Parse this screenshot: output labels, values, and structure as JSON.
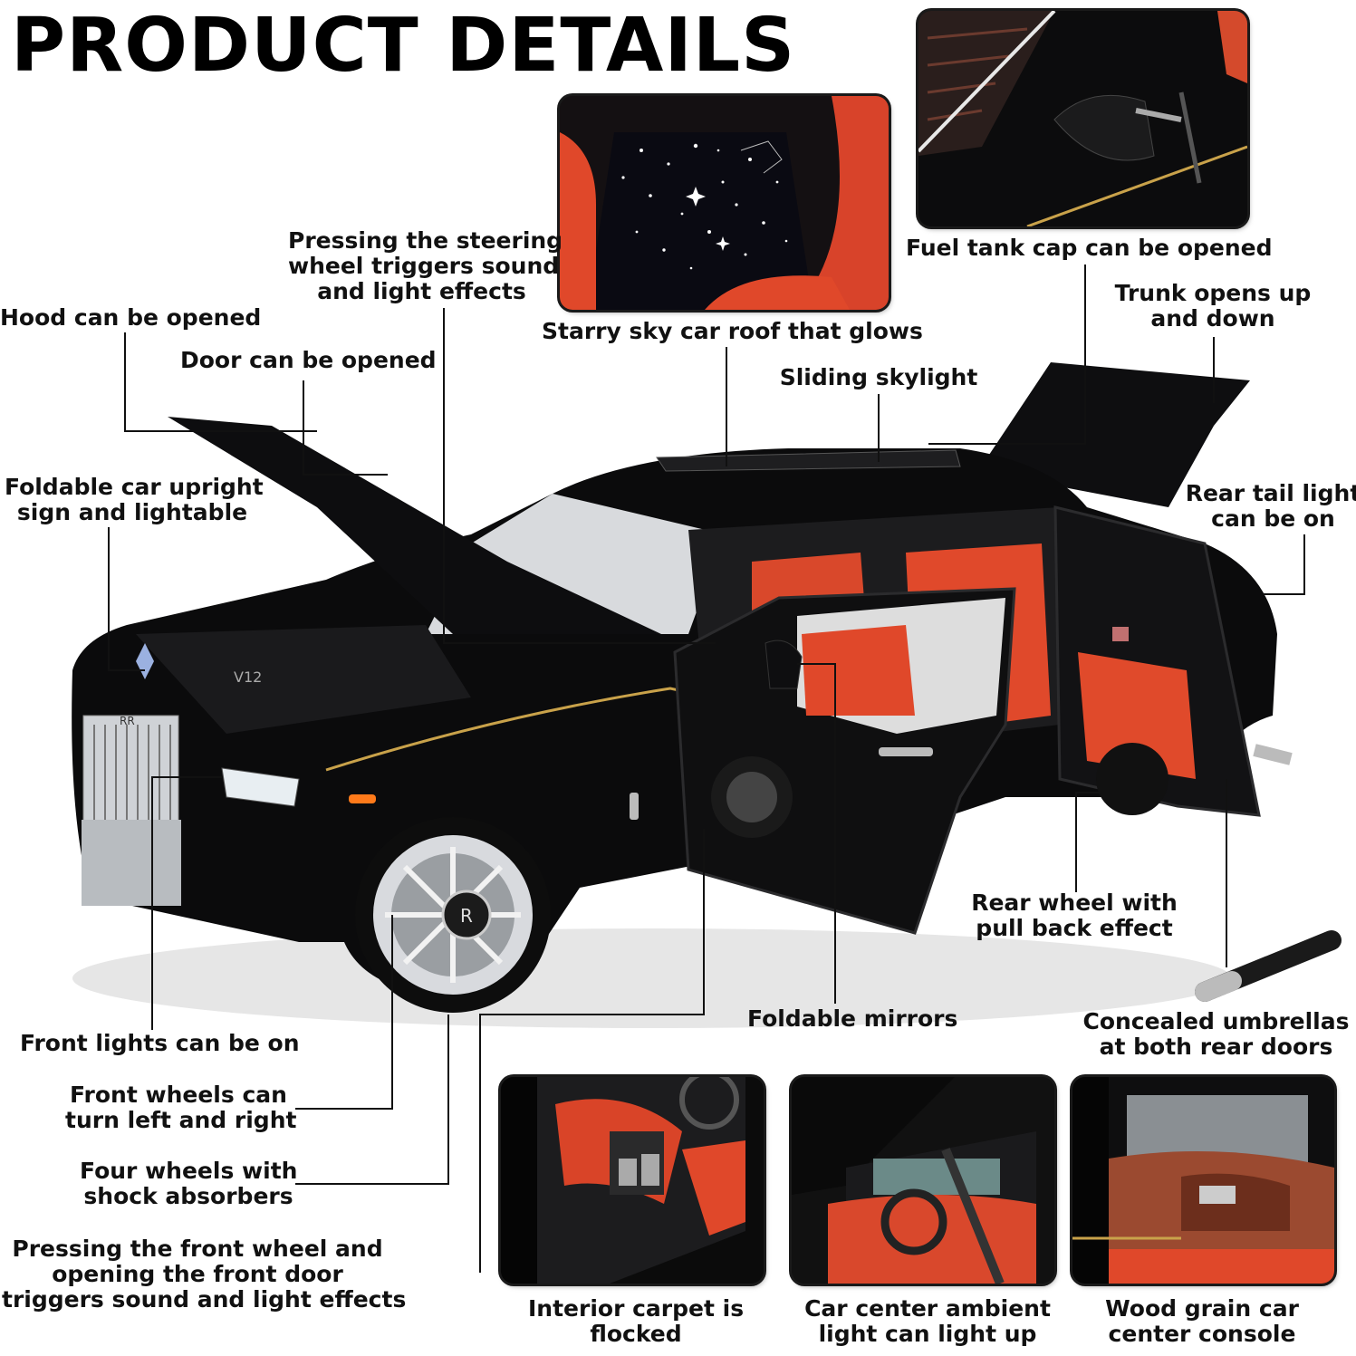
{
  "title": "PRODUCT DETAILS",
  "labels": {
    "steering": [
      "Pressing the steering",
      "wheel triggers sound",
      "and light effects"
    ],
    "fuel": "Fuel tank cap can be opened",
    "trunk": [
      "Trunk opens up",
      "and down"
    ],
    "hood": "Hood can be opened",
    "door": "Door can be opened",
    "roof": "Starry sky car roof that glows",
    "skylight": "Sliding skylight",
    "upright": [
      "Foldable car upright",
      "sign and lightable"
    ],
    "tail": [
      "Rear tail light",
      "can be on"
    ],
    "rear_wheel": [
      "Rear wheel with",
      "pull back effect"
    ],
    "mirrors": "Foldable mirrors",
    "umbrellas": [
      "Concealed umbrellas",
      "at both rear doors"
    ],
    "front_lights": "Front lights can be on",
    "front_wheels": [
      "Front wheels can",
      "turn left and right"
    ],
    "four_wheels": [
      "Four wheels with",
      "shock absorbers"
    ],
    "front_press": [
      "Pressing the front wheel and",
      "opening the front door",
      "triggers sound and light effects"
    ],
    "carpet": [
      "Interior carpet is",
      "flocked"
    ],
    "ambient": [
      "Car center ambient",
      "light can light up"
    ],
    "wood": [
      "Wood grain car",
      "center console"
    ]
  },
  "icons": {
    "grille_badge": "RR",
    "wheel_badge": "R",
    "engine_badge": "V12"
  },
  "colors": {
    "car_body": "#0b0b0c",
    "interior": "#e0482a",
    "accent_line": "#c9a24a",
    "label_text": "#111111"
  }
}
